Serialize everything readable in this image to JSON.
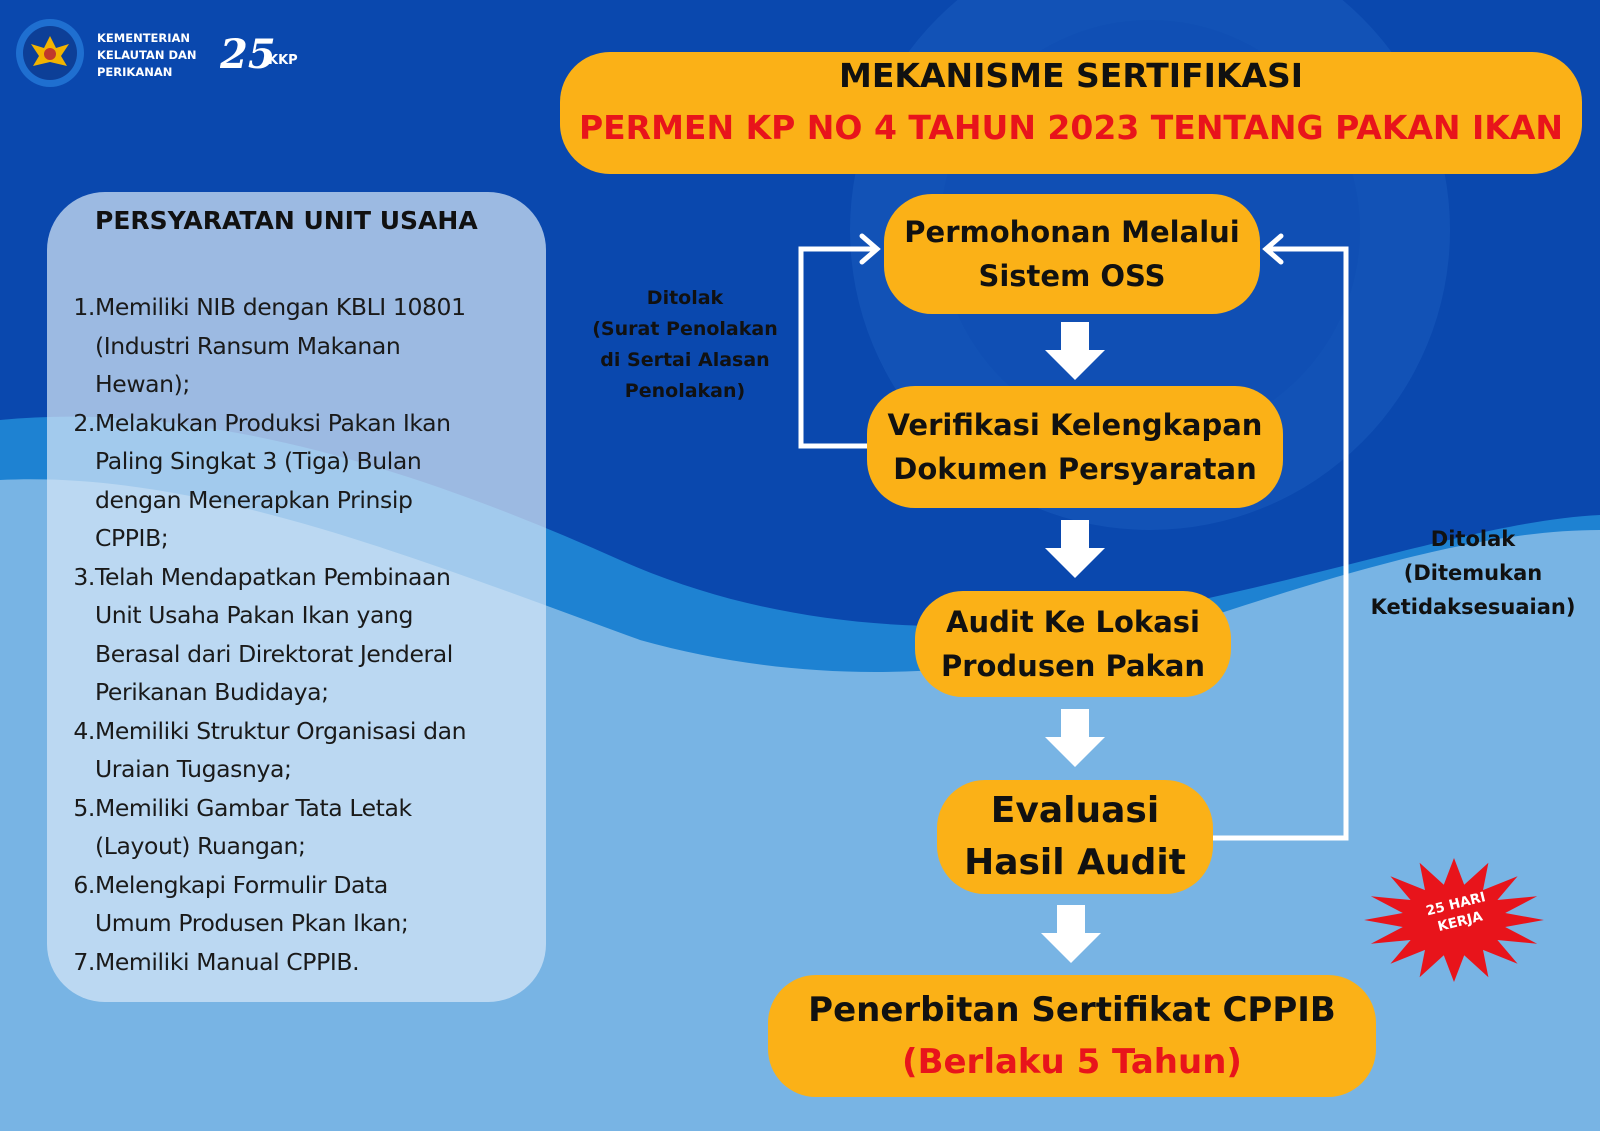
{
  "header": {
    "org_lines": [
      "KEMENTERIAN",
      "KELAUTAN DAN",
      "PERIKANAN"
    ],
    "anniversary_logo": {
      "number": "25",
      "text": "KKP"
    }
  },
  "title": {
    "line1": "MEKANISME SERTIFIKASI",
    "line2": "PERMEN KP NO 4 TAHUN 2023 TENTANG PAKAN IKAN"
  },
  "requirements": {
    "heading": "PERSYARATAN UNIT USAHA",
    "items": [
      {
        "num": "1.",
        "text": "Memiliki NIB dengan KBLI 10801\n(Industri Ransum Makanan\nHewan);"
      },
      {
        "num": "2.",
        "text": "Melakukan Produksi Pakan Ikan\nPaling Singkat 3 (Tiga) Bulan\ndengan Menerapkan Prinsip\nCPPIB;"
      },
      {
        "num": "3.",
        "text": "Telah Mendapatkan Pembinaan\nUnit Usaha Pakan Ikan yang\nBerasal dari Direktorat Jenderal\nPerikanan Budidaya;"
      },
      {
        "num": "4.",
        "text": "Memiliki Struktur Organisasi dan\nUraian Tugasnya;"
      },
      {
        "num": "5.",
        "text": "Memiliki Gambar Tata Letak\n(Layout) Ruangan;"
      },
      {
        "num": "6.",
        "text": "Melengkapi Formulir Data\nUmum Produsen Pkan Ikan;"
      },
      {
        "num": "7.",
        "text": "Memiliki Manual CPPIB."
      }
    ]
  },
  "flow": {
    "step1": [
      "Permohonan Melalui",
      "Sistem OSS"
    ],
    "step2": [
      "Verifikasi Kelengkapan",
      "Dokumen Persyaratan"
    ],
    "step3": [
      "Audit Ke Lokasi",
      "Produsen Pakan"
    ],
    "step4": [
      "Evaluasi",
      "Hasil Audit"
    ],
    "step5": {
      "line1": "Penerbitan Sertifikat CPPIB",
      "line2": "(Berlaku 5 Tahun)"
    }
  },
  "rejections": {
    "left": [
      "Ditolak",
      "(Surat Penolakan",
      "di Sertai Alasan",
      "Penolakan)"
    ],
    "right": [
      "Ditolak",
      "(Ditemukan",
      "Ketidaksesuaian)"
    ]
  },
  "badge": {
    "lines": [
      "25 HARI",
      "KERJA"
    ]
  },
  "colors": {
    "background_dark": "#0a48ae",
    "background_light": "#78b4e4",
    "node_fill": "#fbb117",
    "accent_red": "#e8141b",
    "arrow": "#ffffff"
  }
}
